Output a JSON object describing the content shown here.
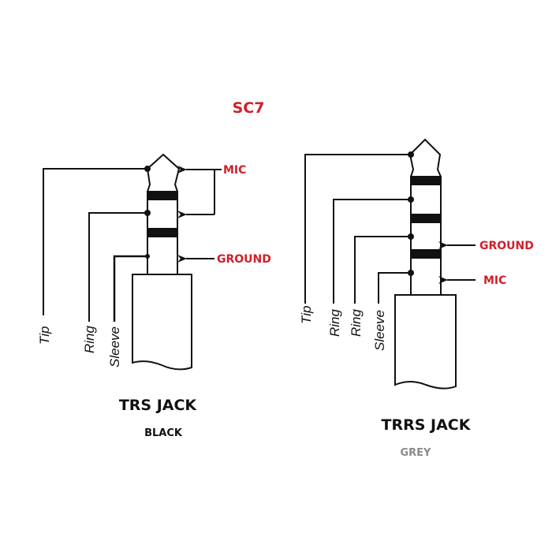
{
  "title": "SC7",
  "colors": {
    "accent_red": "#d0202a",
    "grey_label": "#8a8a8a",
    "line": "#111111"
  },
  "trs": {
    "name": "TRS JACK",
    "color_label": "BLACK",
    "wire_labels": [
      "Tip",
      "Ring",
      "Sleeve"
    ],
    "annotations": {
      "mic": "MIC",
      "ground": "GROUND"
    }
  },
  "trrs": {
    "name": "TRRS JACK",
    "color_label": "GREY",
    "wire_labels": [
      "Tip",
      "Ring",
      "Ring",
      "Sleeve"
    ],
    "annotations": {
      "ground": "GROUND",
      "mic": "MIC"
    }
  }
}
